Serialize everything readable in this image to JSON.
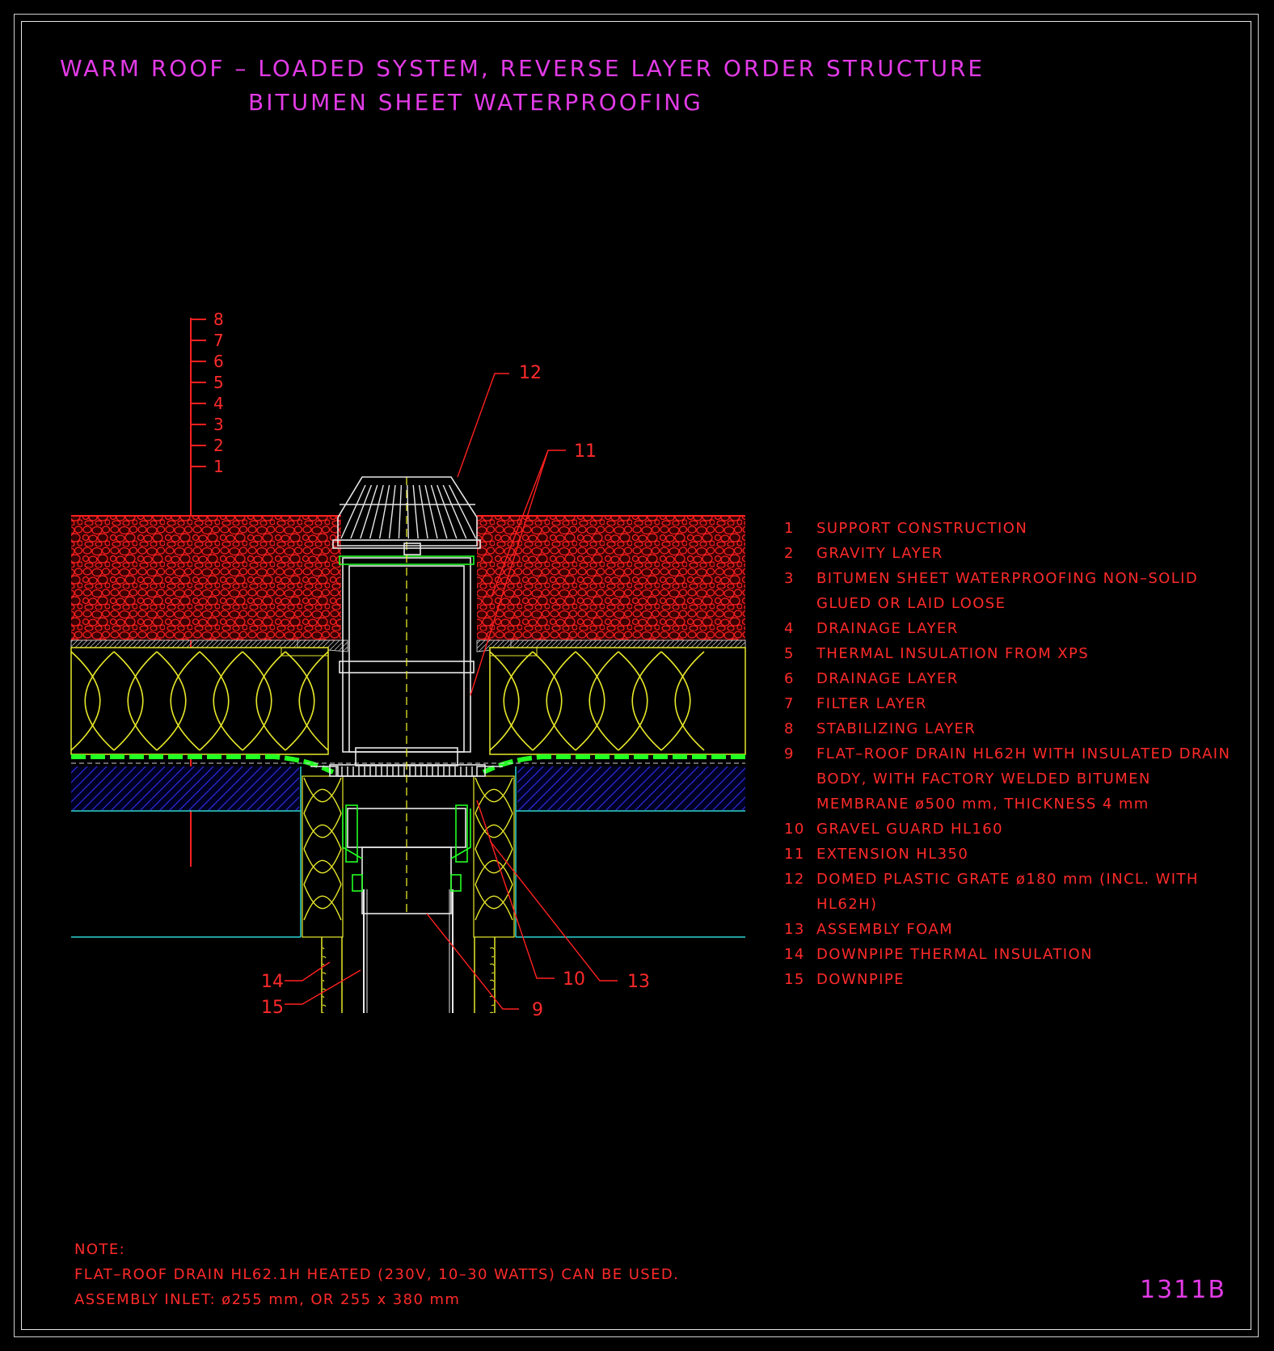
{
  "title": {
    "line1": "WARM ROOF – LOADED SYSTEM, REVERSE LAYER ORDER STRUCTURE",
    "line2": "BITUMEN SHEET WATERPROOFING"
  },
  "scale_labels": [
    "8",
    "7",
    "6",
    "5",
    "4",
    "3",
    "2",
    "1"
  ],
  "callouts": {
    "c12": "12",
    "c11": "11",
    "c10": "10",
    "c13": "13",
    "c14": "14",
    "c15": "15",
    "c9": "9"
  },
  "legend": [
    {
      "num": "1",
      "text": "SUPPORT CONSTRUCTION"
    },
    {
      "num": "2",
      "text": "GRAVITY LAYER"
    },
    {
      "num": "3",
      "text": "BITUMEN SHEET WATERPROOFING NON–SOLID GLUED OR LAID LOOSE"
    },
    {
      "num": "4",
      "text": "DRAINAGE LAYER"
    },
    {
      "num": "5",
      "text": "THERMAL INSULATION FROM XPS"
    },
    {
      "num": "6",
      "text": "DRAINAGE LAYER"
    },
    {
      "num": "7",
      "text": "FILTER LAYER"
    },
    {
      "num": "8",
      "text": "STABILIZING LAYER"
    },
    {
      "num": "9",
      "text": "FLAT–ROOF DRAIN HL62H WITH INSULATED DRAIN BODY, WITH FACTORY WELDED BITUMEN MEMBRANE ø500 mm, THICKNESS 4 mm"
    },
    {
      "num": "10",
      "text": "GRAVEL GUARD HL160"
    },
    {
      "num": "11",
      "text": "EXTENSION HL350"
    },
    {
      "num": "12",
      "text": "DOMED PLASTIC GRATE ø180 mm (INCL. WITH HL62H)"
    },
    {
      "num": "13",
      "text": "ASSEMBLY FOAM"
    },
    {
      "num": "14",
      "text": "DOWNPIPE THERMAL INSULATION"
    },
    {
      "num": "15",
      "text": "DOWNPIPE"
    }
  ],
  "note": {
    "heading": "NOTE:",
    "line1": "FLAT–ROOF DRAIN HL62.1H HEATED (230V, 10–30 WATTS) CAN BE USED.",
    "line2": "ASSEMBLY INLET: ø255 mm, OR 255 x 380 mm"
  },
  "drawing_code": "1311B",
  "colors": {
    "background": "#000000",
    "title": "#e23be6",
    "annotation": "#ff2a2a",
    "gravel": "#ff2020",
    "insulation": "#e8e82a",
    "membrane": "#22ff22",
    "concrete_hatch": "#2a2ad6",
    "slab_line": "#2ad6d6",
    "drain_body": "#e8e8e8"
  }
}
